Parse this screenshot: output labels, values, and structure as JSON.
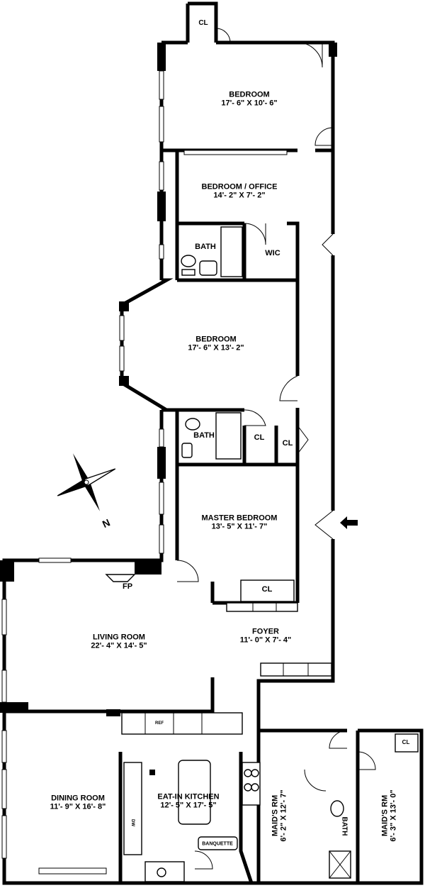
{
  "rooms": {
    "bedroom_top": {
      "name": "BEDROOM",
      "dim": "17'- 6\" X 10'- 6\""
    },
    "bedroom_office": {
      "name": "BEDROOM / OFFICE",
      "dim": "14'- 2\" X 7'- 2\""
    },
    "bedroom_mid": {
      "name": "BEDROOM",
      "dim": "17'- 6\" X 13'- 2\""
    },
    "master_bedroom": {
      "name": "MASTER BEDROOM",
      "dim": "13'- 5\" X 11'- 7\""
    },
    "living_room": {
      "name": "LIVING ROOM",
      "dim": "22'- 4\" X 14'- 5\""
    },
    "foyer": {
      "name": "FOYER",
      "dim": "11'- 0\" X 7'- 4\""
    },
    "dining_room": {
      "name": "DINING ROOM",
      "dim": "11'- 9\" X 16'- 8\""
    },
    "kitchen": {
      "name": "EAT-IN KITCHEN",
      "dim": "12'- 5\" X 17'- 5\""
    },
    "maids_rm_1": {
      "name": "MAID'S RM",
      "dim": "6'- 2\" X 12'- 7\""
    },
    "maids_rm_2": {
      "name": "MAID'S RM",
      "dim": "6'- 3\" X 13'- 0\""
    }
  },
  "small_labels": {
    "cl_top": "CL",
    "bath_1": "BATH",
    "wic": "WIC",
    "bath_2": "BATH",
    "cl_2": "CL",
    "cl_3": "CL",
    "cl_master": "CL",
    "fp": "FP",
    "ref": "REF",
    "dw": "DW",
    "banquette": "BANQUETTE",
    "cl_maid": "CL",
    "bath_maid": "BATH"
  },
  "compass": {
    "label": "N"
  }
}
